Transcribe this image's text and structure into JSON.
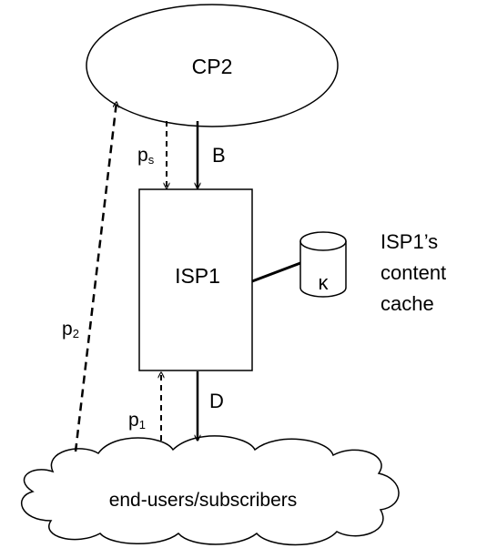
{
  "nodes": {
    "cp2": "CP2",
    "isp1": "ISP1",
    "cache_symbol": "κ",
    "users": "end-users/subscribers"
  },
  "cache_caption": {
    "line1": "ISP1’s",
    "line2": "content",
    "line3": "cache"
  },
  "labels": {
    "ps_main": "p",
    "ps_sub": "s",
    "b": "B",
    "d": "D",
    "p1_main": "p",
    "p1_sub": "1",
    "p2_main": "p",
    "p2_sub": "2"
  },
  "colors": {
    "stroke": "#000000",
    "background": "#ffffff"
  }
}
